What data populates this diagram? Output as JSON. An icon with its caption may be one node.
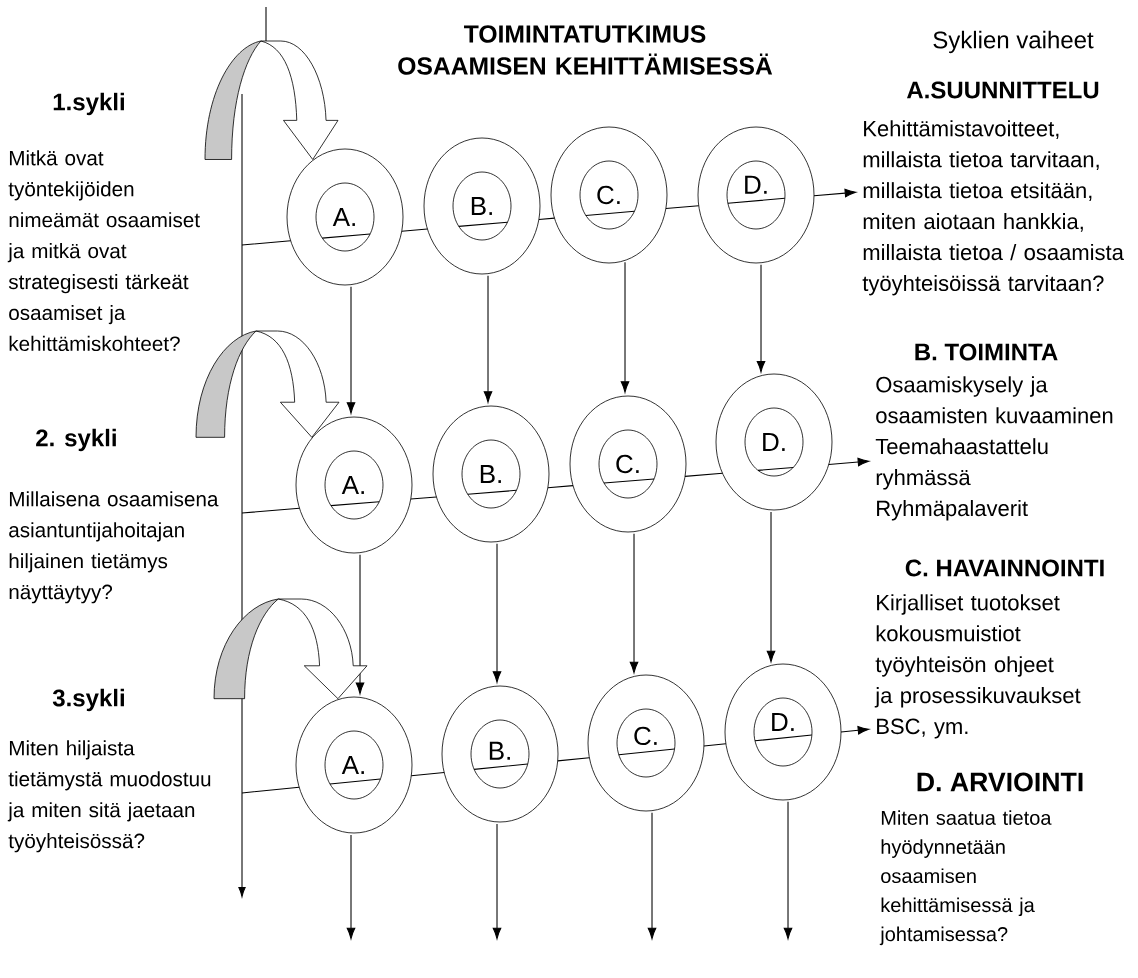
{
  "diagram": {
    "title": "TOIMINTATUTKIMUS OSAAMISEN KEHITTÄMISESSÄ",
    "nodes": [
      {
        "text": [
          "A."
        ]
      },
      {
        "text": [
          "B."
        ]
      },
      {
        "text": [
          "C."
        ]
      },
      {
        "text": [
          "D."
        ]
      },
      {
        "text": [
          "Kehittämistavoitteet, millaista tietoa tarvitaan, millaista tietoa etsitään, miten aiotaan hankkia, millaista tietoa / osaamista työyhteisöissä tarvitaan?"
        ]
      },
      {
        "text": [
          "A."
        ]
      },
      {
        "text": [
          "B."
        ]
      },
      {
        "text": [
          "C."
        ]
      },
      {
        "text": [
          "D."
        ]
      },
      {
        "text": [
          "Osaamiskysely ja osaamisten kuvaaminen Teemahaastattelu ryhmässä Ryhmäpalaverit"
        ]
      },
      {
        "text": [
          "A."
        ]
      },
      {
        "text": [
          "B."
        ]
      },
      {
        "text": [
          "C."
        ]
      },
      {
        "text": [
          "D."
        ]
      },
      {
        "text": [
          "Kirjalliset tuotokset kokousmuistiot työyhteisön ohjeet ja prosessikuvaukset BSC, ym."
        ]
      }
    ],
    "edges": [
      {
        "from": 0,
        "to": 5,
        "arrow": "to"
      },
      {
        "from": 1,
        "to": 6,
        "arrow": "to"
      },
      {
        "from": 2,
        "to": 7,
        "arrow": "to"
      },
      {
        "from": 3,
        "to": 8,
        "arrow": "to"
      },
      {
        "from": 5,
        "to": 10,
        "arrow": "to"
      },
      {
        "from": 6,
        "to": 11,
        "arrow": "to"
      },
      {
        "from": 7,
        "to": 12,
        "arrow": "to"
      },
      {
        "from": 8,
        "to": 13,
        "arrow": "to"
      },
      {
        "from": 10,
        "to": null,
        "arrow": "to"
      },
      {
        "from": 11,
        "to": null,
        "arrow": "to"
      },
      {
        "from": 12,
        "to": null,
        "arrow": "to"
      },
      {
        "from": 13,
        "to": null,
        "arrow": "to"
      },
      {
        "from": null,
        "to": 4,
        "arrow": "to"
      },
      {
        "from": null,
        "to": 9,
        "arrow": "to"
      },
      {
        "from": null,
        "to": 14,
        "arrow": "to"
      },
      {
        "from": null,
        "to": 0,
        "arrow": "to",
        "style": "thick"
      },
      {
        "from": null,
        "to": 5,
        "arrow": "to",
        "style": "thick"
      },
      {
        "from": null,
        "to": 10,
        "arrow": "to",
        "style": "thick"
      }
    ],
    "labels": [
      "1.sykli",
      "Mitkä ovat työntekijöiden nimeämät osaamiset ja mitkä ovat strategisesti tärkeät osaamiset ja kehittämiskohteet?",
      "2. sykli",
      "Millaisena osaamisena asiantuntijahoitajan hiljainen tietämys näyttäytyy?",
      "3.sykli",
      "Miten hiljaista tietämystä muodostuu ja miten sitä jaetaan työyhteisössä?",
      "Syklien vaiheet",
      "A.SUUNNITTELU",
      "B. TOIMINTA",
      "C. HAVAINNOINTI",
      "D. ARVIOINTI",
      "Miten saatua tietoa hyödynnetään osaamisen kehittämisessä ja johtamisessa?"
    ]
  }
}
